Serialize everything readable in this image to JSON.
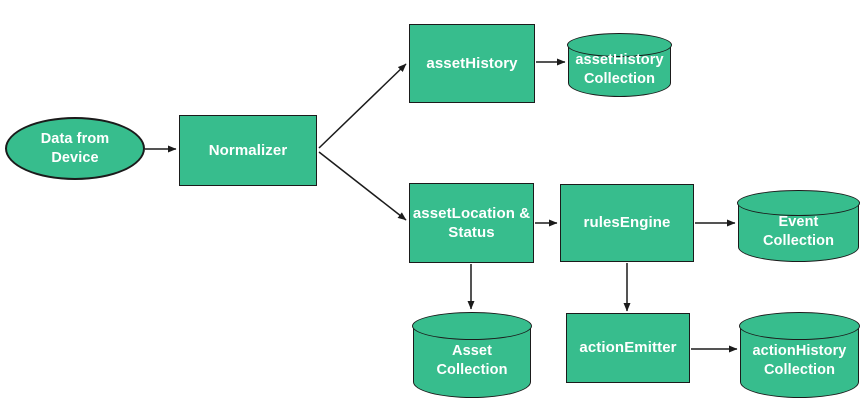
{
  "diagram": {
    "accent_color": "#37BD8D",
    "border_color": "#1b1b1b",
    "text_color": "#ffffff",
    "nodes": {
      "data_from_device": {
        "label": "Data from\nDevice",
        "shape": "ellipse"
      },
      "normalizer": {
        "label": "Normalizer",
        "shape": "rectangle"
      },
      "asset_history": {
        "label": "assetHistory",
        "shape": "rectangle"
      },
      "asset_history_collection": {
        "label": "assetHistory\nCollection",
        "shape": "cylinder"
      },
      "asset_location_status": {
        "label": "assetLocation &\nStatus",
        "shape": "rectangle"
      },
      "rules_engine": {
        "label": "rulesEngine",
        "shape": "rectangle"
      },
      "event_collection": {
        "label": "Event\nCollection",
        "shape": "cylinder"
      },
      "asset_collection": {
        "label": "Asset\nCollection",
        "shape": "cylinder"
      },
      "action_emitter": {
        "label": "actionEmitter",
        "shape": "rectangle"
      },
      "action_history_collection": {
        "label": "actionHistory\nCollection",
        "shape": "cylinder"
      }
    },
    "edges": [
      {
        "from": "data_from_device",
        "to": "normalizer"
      },
      {
        "from": "normalizer",
        "to": "asset_history"
      },
      {
        "from": "normalizer",
        "to": "asset_location_status"
      },
      {
        "from": "asset_history",
        "to": "asset_history_collection"
      },
      {
        "from": "asset_location_status",
        "to": "rules_engine"
      },
      {
        "from": "rules_engine",
        "to": "event_collection"
      },
      {
        "from": "asset_location_status",
        "to": "asset_collection"
      },
      {
        "from": "rules_engine",
        "to": "action_emitter"
      },
      {
        "from": "action_emitter",
        "to": "action_history_collection"
      }
    ]
  }
}
